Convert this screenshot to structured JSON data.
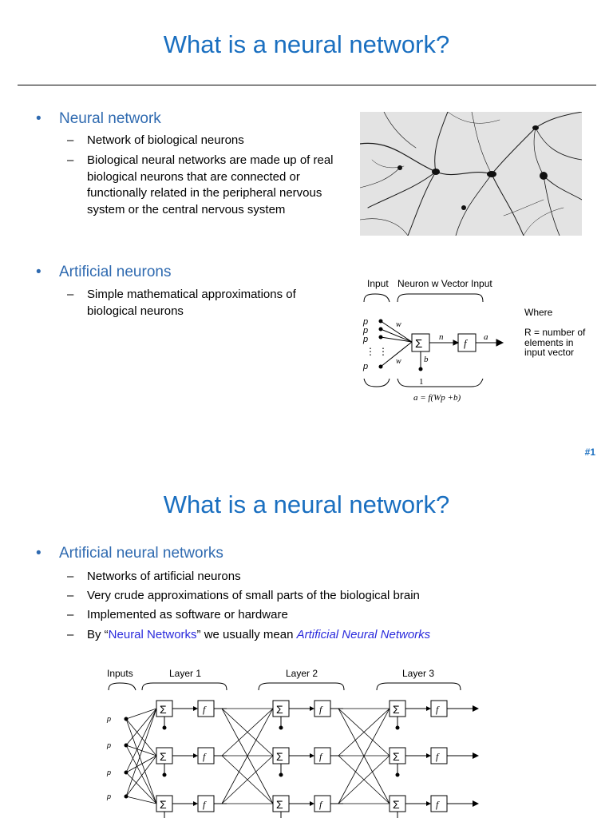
{
  "slide1": {
    "title": "What is a neural network?",
    "bullet1": "Neural network",
    "bullet1_subs": [
      "Network of biological neurons",
      "Biological neural networks are made up of real biological neurons that are connected or functionally related in the peripheral nervous system or the central nervous system"
    ],
    "bullet2": "Artificial neurons",
    "bullet2_subs": [
      "Simple mathematical approximations of biological neurons"
    ],
    "diagram": {
      "input_label": "Input",
      "neuron_label": "Neuron w Vector Input",
      "where": "Where",
      "r_line1": "R = number of",
      "r_line2": "elements in",
      "r_line3": "input vector",
      "formula": "a = f(Wp +b)",
      "sum": "Σ",
      "f": "f",
      "n": "n",
      "a": "a",
      "b": "b",
      "one": "1"
    },
    "page_number": "#1"
  },
  "slide2": {
    "title": "What is a neural network?",
    "bullet1": "Artificial neural networks",
    "subs": [
      "Networks of artificial neurons",
      "Very crude approximations of small parts of the biological brain",
      "Implemented as software or hardware"
    ],
    "sub4_prefix": "By “",
    "sub4_link": "Neural Networks",
    "sub4_middle": "” we usually mean ",
    "sub4_italic": "Artificial Neural Networks",
    "diagram": {
      "inputs": "Inputs",
      "layer1": "Layer 1",
      "layer2": "Layer 2",
      "layer3": "Layer 3",
      "sum": "Σ",
      "f": "f"
    }
  }
}
